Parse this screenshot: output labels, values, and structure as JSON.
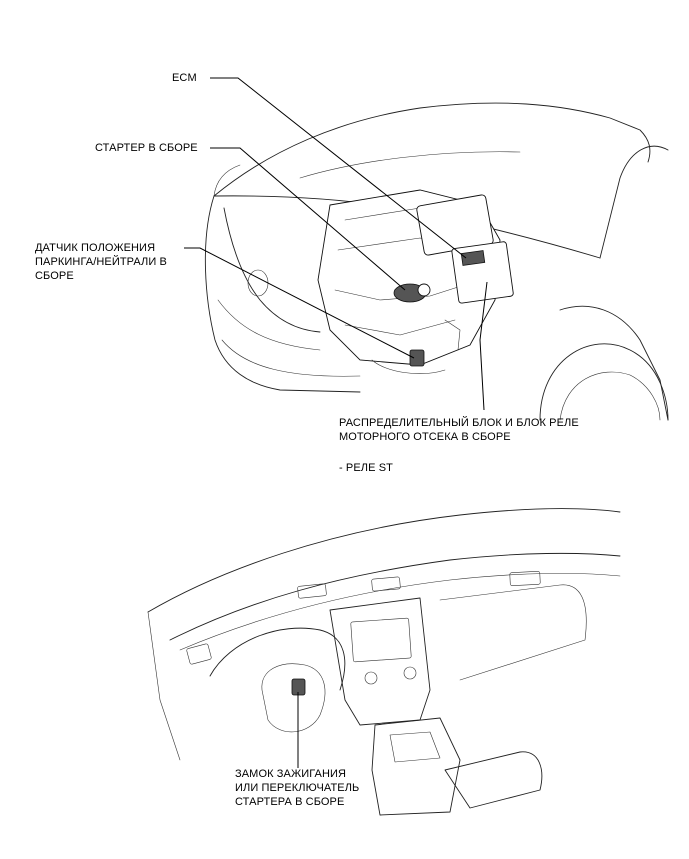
{
  "labels": {
    "ecm": "ECM",
    "starter": "СТАРТЕР В СБОРЕ",
    "park_neutral": [
      "ДАТЧИК ПОЛОЖЕНИЯ",
      "ПАРКИНГА/НЕЙТРАЛИ В",
      "СБОРЕ"
    ],
    "relay_block": [
      "РАСПРЕДЕЛИТЕЛЬНЫЙ БЛОК И БЛОК РЕЛЕ",
      "МОТОРНОГО ОТСЕКА В СБОРЕ"
    ],
    "st_relay": "- РЕЛЕ ST",
    "ignition": [
      "ЗАМОК ЗАЖИГАНИЯ",
      "ИЛИ ПЕРЕКЛЮЧАТЕЛЬ",
      "СТАРТЕРА В СБОРЕ"
    ]
  },
  "icons": {
    "engine_view": "car-engine-compartment-illustration",
    "dashboard_view": "car-dashboard-illustration"
  }
}
